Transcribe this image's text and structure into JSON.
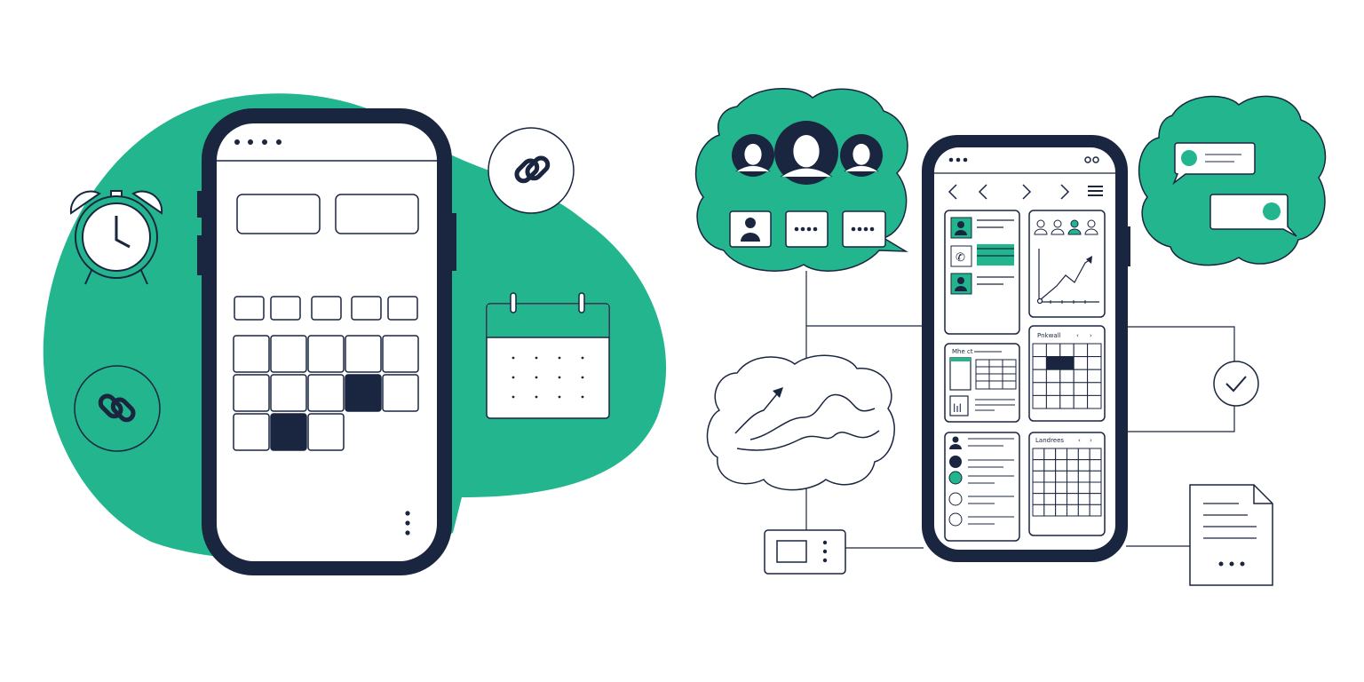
{
  "colors": {
    "accent": "#23b68e",
    "navy": "#1a2540",
    "background": "#ffffff"
  },
  "left_phone": {
    "dark_cells": [
      "row2-col4",
      "row3-col2"
    ],
    "menu_icon": "vertical-dots-icon"
  },
  "icons": [
    "alarm-clock-icon",
    "link-icon",
    "calendar-icon",
    "user-icon",
    "chart-icon",
    "check-icon",
    "document-icon",
    "chat-bubble-icon"
  ],
  "right_phone": {
    "card_labels": {
      "schedule": "Mhe ct",
      "calendar_top": "Pnkwall",
      "calendar_bottom": "Landrees"
    },
    "status_icon": "oo"
  }
}
